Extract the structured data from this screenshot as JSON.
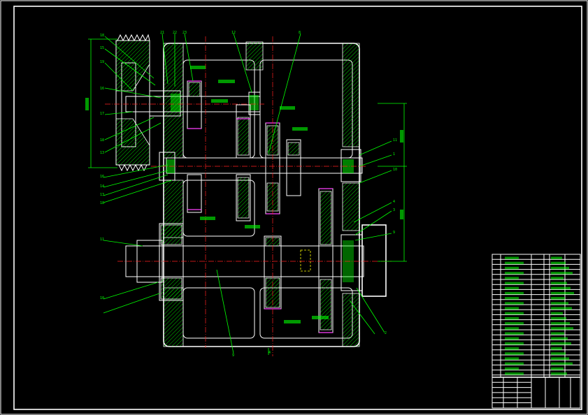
{
  "drawing": {
    "colors": {
      "background": "#000000",
      "outline": "#ffffff",
      "annotation": "#00ff00",
      "centerline": "#ff2020",
      "highlight": "#ff40ff",
      "hidden": "#ffff00"
    },
    "title_block_icons": [
      "title-block-table"
    ],
    "balloons_left": [
      "18",
      "15",
      "19",
      "16",
      "17",
      "18",
      "13",
      "16",
      "14",
      "13",
      "18",
      "11",
      "10"
    ],
    "balloons_top": [
      "21",
      "22",
      "23",
      "12",
      "8"
    ],
    "balloons_right": [
      "11",
      "1",
      "10",
      "4",
      "3",
      "9",
      "2"
    ],
    "balloons_bottom": [
      "9",
      "4"
    ]
  }
}
